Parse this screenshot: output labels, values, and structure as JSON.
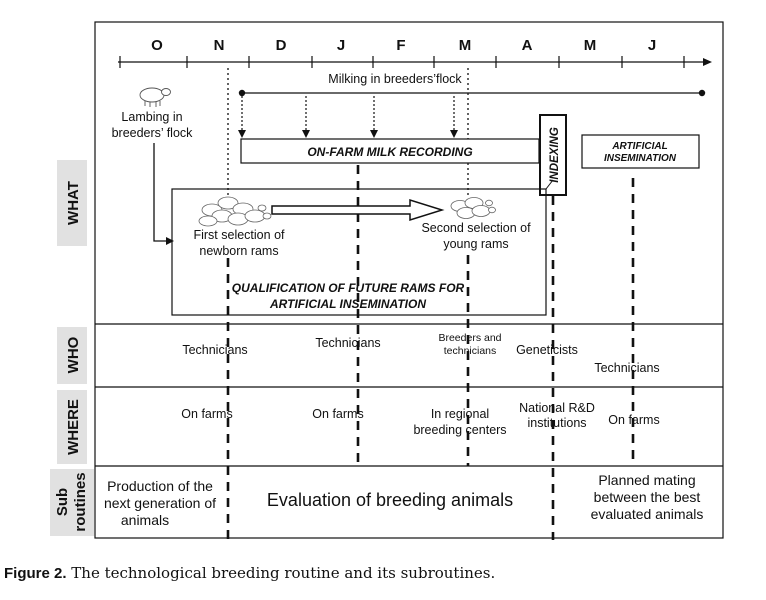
{
  "months": [
    "O",
    "N",
    "D",
    "J",
    "F",
    "M",
    "A",
    "M",
    "J"
  ],
  "rows": {
    "what": "WHAT",
    "who": "WHO",
    "where": "WHERE",
    "subroutines_line1": "Sub",
    "subroutines_line2": "routines"
  },
  "what": {
    "milking": "Milking in breeders’flock",
    "lambing_line1": "Lambing in",
    "lambing_line2": "breeders’ flock",
    "milk_recording": "ON-FARM  MILK RECORDING",
    "indexing": "INDEXING",
    "ai_line1": "ARTIFICIAL",
    "ai_line2": "INSEMINATION",
    "first_sel_line1": "First selection of",
    "first_sel_line2": "newborn rams",
    "second_sel_line1": "Second selection of",
    "second_sel_line2": "young rams",
    "qual_line1": "QUALIFICATION OF FUTURE RAMS FOR",
    "qual_line2": "ARTIFICIAL INSEMINATION"
  },
  "who": {
    "c1": "Technicians",
    "c2": "Technicians",
    "c3_line1": "Breeders and",
    "c3_line2": "technicians",
    "c4": "Geneticists",
    "c5": "Technicians"
  },
  "where": {
    "c1": "On farms",
    "c2": "On farms",
    "c3_line1": "In regional",
    "c3_line2": "breeding centers",
    "c4_line1": "National R&D",
    "c4_line2": "institutions",
    "c5": "On farms"
  },
  "subroutines": {
    "c1_line1": "Production of the",
    "c1_line2": "next generation of",
    "c1_line3": "animals",
    "c2": "Evaluation of breeding animals",
    "c3_line1": "Planned mating",
    "c3_line2": "between the best",
    "c3_line3": "evaluated animals"
  },
  "caption": {
    "label": "Figure 2.",
    "text": " The technological breeding routine and its subroutines."
  }
}
